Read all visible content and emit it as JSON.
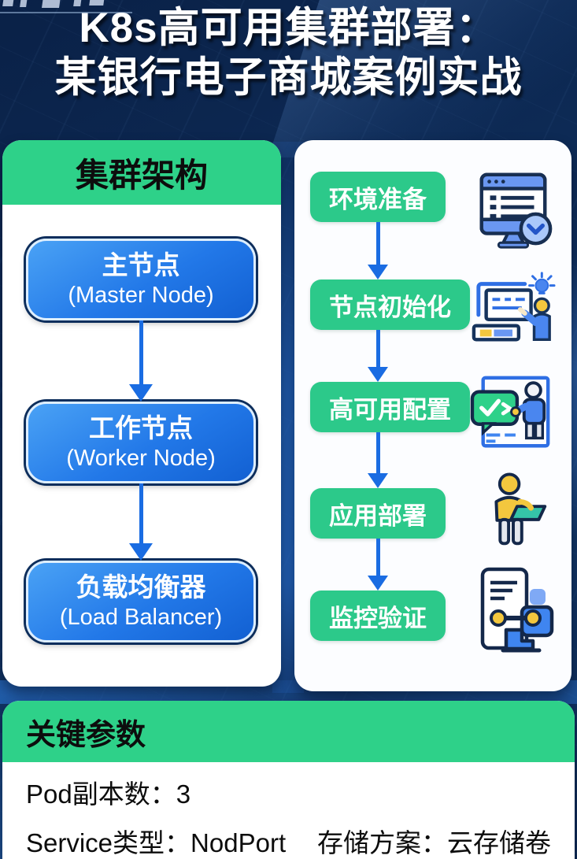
{
  "title": {
    "line1": "K8s高可用集群部署：",
    "line2": "某银行电子商城案例实战"
  },
  "left_panel": {
    "header": "集群架构",
    "nodes": [
      {
        "zh": "主节点",
        "en": "(Master Node)"
      },
      {
        "zh": "工作节点",
        "en": "(Worker Node)"
      },
      {
        "zh": "负载均衡器",
        "en": "(Load Balancer)"
      }
    ]
  },
  "right_panel": {
    "steps": [
      {
        "label": "环境准备",
        "icon": "monitor-checklist-icon"
      },
      {
        "label": "节点初始化",
        "icon": "presentation-lightbulb-icon"
      },
      {
        "label": "高可用配置",
        "icon": "approval-chat-icon"
      },
      {
        "label": "应用部署",
        "icon": "developer-laptop-icon"
      },
      {
        "label": "监控验证",
        "icon": "report-robot-icon"
      }
    ]
  },
  "bottom_panel": {
    "header": "关键参数",
    "params": [
      {
        "label": "Pod副本数：",
        "value": "3"
      },
      {
        "label": "Service类型：",
        "value": "NodPort"
      },
      {
        "label": "存储方案：",
        "value": "云存储卷"
      }
    ]
  },
  "colors": {
    "background": "#0d2a55",
    "green_accent": "#2ed189",
    "step_green": "#2cc98a",
    "node_blue_start": "#4aa2f5",
    "node_blue_end": "#1260d2",
    "arrow_blue": "#1a6ce2",
    "title_text": "#ffffff",
    "header_text": "#0d0d0d",
    "card_bg": "#ffffff"
  }
}
